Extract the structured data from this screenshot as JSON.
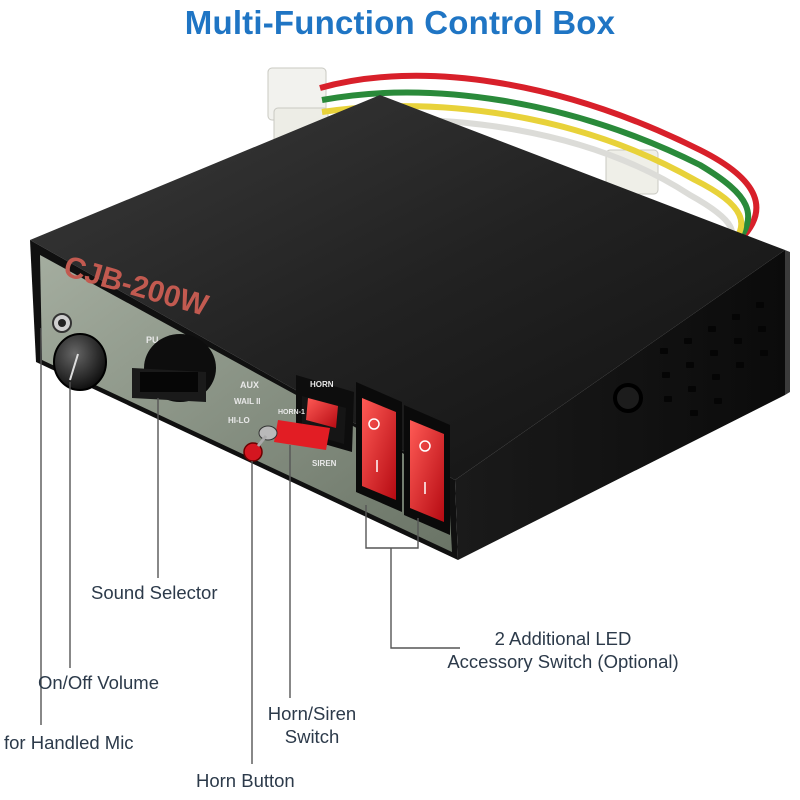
{
  "title": "Multi-Function Control Box",
  "colors": {
    "title": "#1f75c4",
    "box_body": "#151515",
    "face_panel": "#7e8a7c",
    "switch_red": "#e0141e",
    "label_text": "#2c3a4a"
  },
  "panel_markings": {
    "model": "CJB-200W",
    "selector_top": "PU",
    "selector_aux": "AUX",
    "selector_wail": "WAIL II",
    "selector_hilo": "HI-LO",
    "switch_top": "HORN",
    "switch_left": "HORN-1",
    "switch_bottom": "SIREN"
  },
  "callouts": {
    "sound_selector": "Sound Selector",
    "led_switch_line1": "2 Additional LED",
    "led_switch_line2": "Accessory Switch (Optional)",
    "on_off_volume": "On/Off Volume",
    "horn_siren_line1": "Horn/Siren",
    "horn_siren_line2": "Switch",
    "mic_jack": "for Handled Mic",
    "horn_button": "Horn Button"
  },
  "icons": [
    "wire-harness-icon",
    "volume-knob-icon",
    "selector-dial-icon",
    "rocker-switch-icon",
    "push-button-icon",
    "vent-holes-icon"
  ]
}
